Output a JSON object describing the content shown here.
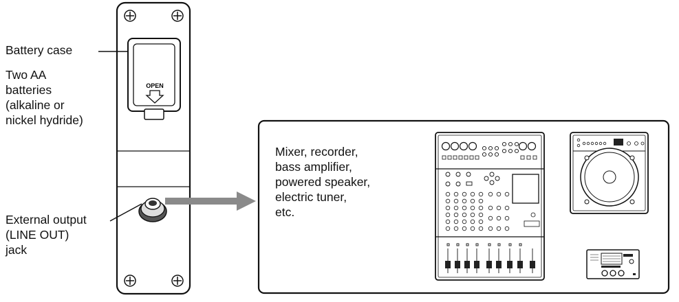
{
  "labels": {
    "battery_case": "Battery case",
    "batteries": [
      "Two AA",
      "batteries",
      "(alkaline or",
      "nickel hydride)"
    ],
    "external_output": [
      "External output",
      "(LINE OUT)",
      "jack"
    ],
    "devices": [
      "Mixer, recorder,",
      "bass amplifier,",
      "powered speaker,",
      "electric tuner,",
      "etc."
    ]
  },
  "panel": {
    "open_text": "OPEN"
  },
  "colors": {
    "arrow": "#8a8a8a",
    "line": "#111111"
  }
}
